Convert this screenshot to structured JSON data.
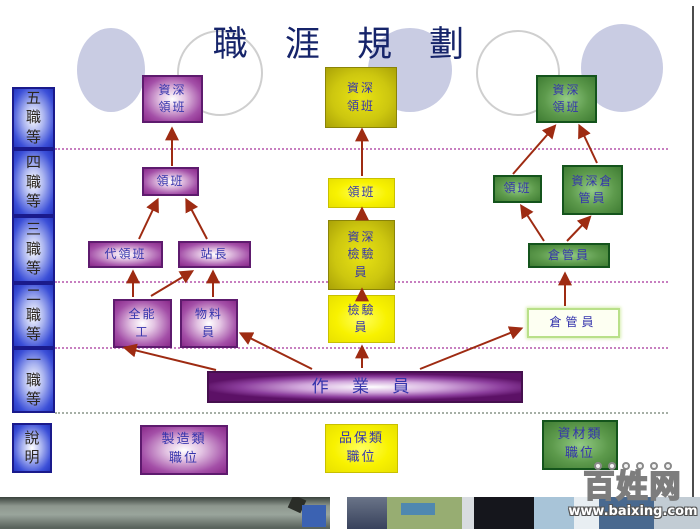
{
  "slide": {
    "title": "職 涯 規 劃"
  },
  "sidebar": {
    "levels": [
      "五\n職\n等",
      "四\n職\n等",
      "三\n職\n等",
      "二\n職\n等",
      "一\n職\n等"
    ],
    "note": "說\n明"
  },
  "tracks": {
    "manufacturing": {
      "senior_foreman": "資深\n領班",
      "foreman": "領班",
      "deputy_foreman": "代領班",
      "station_chief": "站長",
      "all_round_worker": "全能\n工",
      "material_handler": "物料\n員",
      "category": "製造類\n職位"
    },
    "quality": {
      "senior_foreman": "資深\n領班",
      "foreman": "領班",
      "senior_inspector": "資深\n檢驗\n員",
      "inspector": "檢驗\n員",
      "category": "品保類\n職位"
    },
    "materials": {
      "senior_foreman": "資深\n領班",
      "foreman": "領班",
      "senior_warehouse_keeper": "資深倉\n管員",
      "warehouse_keeper_l2": "倉管員",
      "warehouse_keeper_l1": "倉管員",
      "category": "資材類\n職位"
    }
  },
  "operator": {
    "label": "作 業 員"
  },
  "watermark": {
    "logo": "百姓网",
    "url": "www.baixing.com"
  },
  "colors": {
    "manufacturing_track": "#8b2a8b",
    "quality_track": "#e8e000",
    "materials_track": "#3f7c33",
    "level_badge": "#2436c0",
    "arrow": "#9e2b12",
    "separator": "#c77fc0",
    "title_text": "#16246a",
    "node_text": "#3535ac"
  },
  "edges": [
    {
      "from": "operator",
      "to": "manufacturing.all_round_worker"
    },
    {
      "from": "operator",
      "to": "manufacturing.material_handler"
    },
    {
      "from": "operator",
      "to": "quality.inspector"
    },
    {
      "from": "operator",
      "to": "materials.warehouse_keeper_l1"
    },
    {
      "from": "manufacturing.all_round_worker",
      "to": "manufacturing.deputy_foreman"
    },
    {
      "from": "manufacturing.all_round_worker",
      "to": "manufacturing.station_chief"
    },
    {
      "from": "manufacturing.material_handler",
      "to": "manufacturing.station_chief"
    },
    {
      "from": "manufacturing.deputy_foreman",
      "to": "manufacturing.foreman"
    },
    {
      "from": "manufacturing.station_chief",
      "to": "manufacturing.foreman"
    },
    {
      "from": "manufacturing.foreman",
      "to": "manufacturing.senior_foreman"
    },
    {
      "from": "quality.inspector",
      "to": "quality.senior_inspector"
    },
    {
      "from": "quality.senior_inspector",
      "to": "quality.foreman"
    },
    {
      "from": "quality.foreman",
      "to": "quality.senior_foreman"
    },
    {
      "from": "materials.warehouse_keeper_l1",
      "to": "materials.warehouse_keeper_l2"
    },
    {
      "from": "materials.warehouse_keeper_l2",
      "to": "materials.foreman"
    },
    {
      "from": "materials.warehouse_keeper_l2",
      "to": "materials.senior_warehouse_keeper"
    },
    {
      "from": "materials.foreman",
      "to": "materials.senior_foreman"
    },
    {
      "from": "materials.senior_warehouse_keeper",
      "to": "materials.senior_foreman"
    }
  ]
}
